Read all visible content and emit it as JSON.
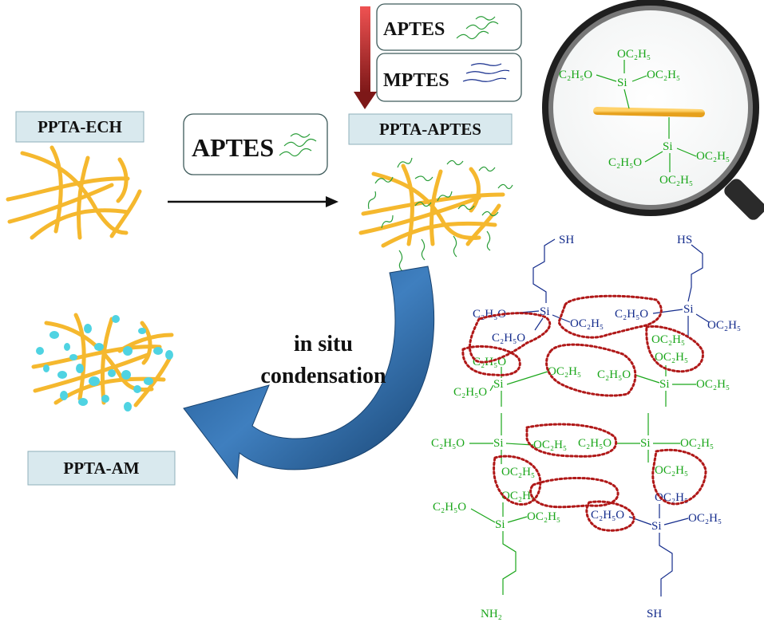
{
  "labels": {
    "ppta_ech": "PPTA-ECH",
    "ppta_aptes": "PPTA-APTES",
    "ppta_am": "PPTA-AM",
    "aptes_box": "APTES",
    "aptes_top": "APTES",
    "mptes_top": "MPTES",
    "process_line1": "in situ",
    "process_line2": "condensation"
  },
  "chemistry": {
    "si": "Si",
    "oc2h5": "OC₂H₅",
    "c2h5o": "C₂H₅O",
    "sh": "SH",
    "hs": "HS",
    "nh2": "NH₂"
  },
  "colors": {
    "aptes_green": "#1aa61a",
    "mptes_blue": "#142c8c",
    "fiber_orange": "#f5b82e",
    "arrow_blue": "#2d6aa8",
    "dotted_red": "#b01818",
    "label_fill": "#d9e9ee",
    "particle_cyan": "#4fd3e2"
  },
  "icons": [
    "magnifying-glass-icon",
    "down-arrow-icon",
    "right-arrow-icon",
    "curved-arrow-icon"
  ]
}
